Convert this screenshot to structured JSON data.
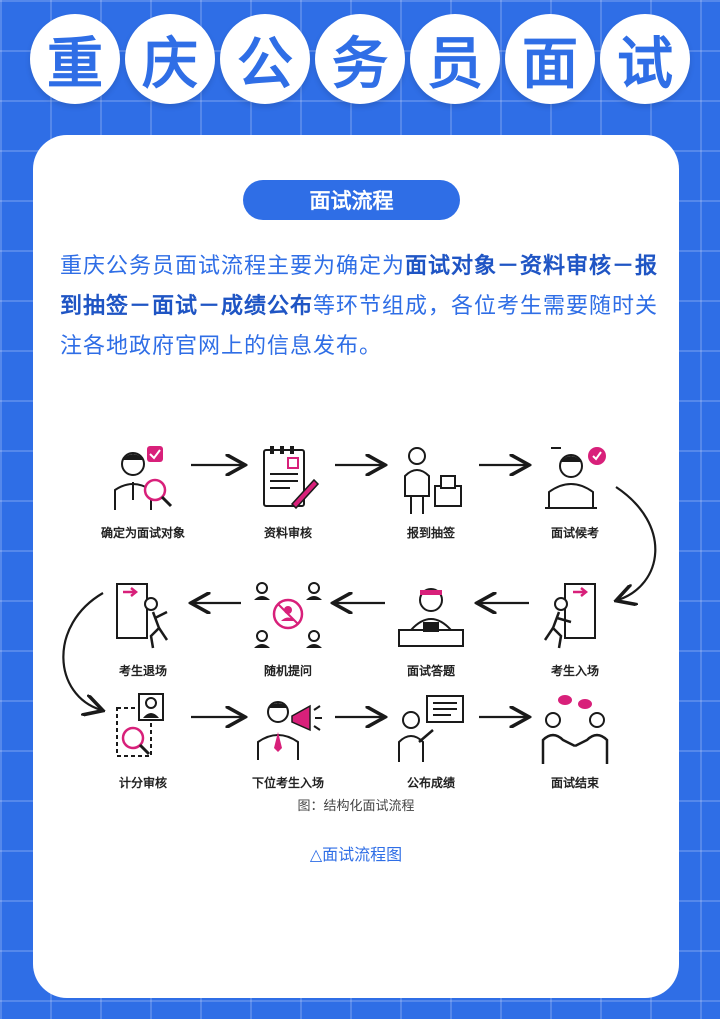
{
  "title": {
    "chars": [
      "重",
      "庆",
      "公",
      "务",
      "员",
      "面",
      "试"
    ]
  },
  "section": {
    "pill_label": "面试流程",
    "intro_prefix": "重庆公务员面试流程主要为确定为",
    "intro_bold": "面试对象－资料审核－报到抽签－面试－成绩公布",
    "intro_suffix": "等环节组成，各位考生需要随时关注各地政府官网上的信息发布。"
  },
  "flow": {
    "steps": [
      {
        "label": "确定为面试对象",
        "icon": "person-magnifier-icon"
      },
      {
        "label": "资料审核",
        "icon": "document-pen-icon"
      },
      {
        "label": "报到抽签",
        "icon": "person-box-icon"
      },
      {
        "label": "面试候考",
        "icon": "person-waiting-icon"
      },
      {
        "label": "考生入场",
        "icon": "person-enter-door-icon"
      },
      {
        "label": "面试答题",
        "icon": "person-desk-answer-icon"
      },
      {
        "label": "随机提问",
        "icon": "people-question-icon"
      },
      {
        "label": "考生退场",
        "icon": "person-exit-door-icon"
      },
      {
        "label": "计分审核",
        "icon": "score-review-icon"
      },
      {
        "label": "下位考生入场",
        "icon": "person-megaphone-icon"
      },
      {
        "label": "公布成绩",
        "icon": "person-board-icon"
      },
      {
        "label": "面试结束",
        "icon": "handshake-icon"
      }
    ],
    "caption": "图：结构化面试流程",
    "figure_title": "△面试流程图"
  },
  "colors": {
    "primary": "#2f6ee6",
    "accent": "#d8207a",
    "line": "#1a1a1a"
  }
}
